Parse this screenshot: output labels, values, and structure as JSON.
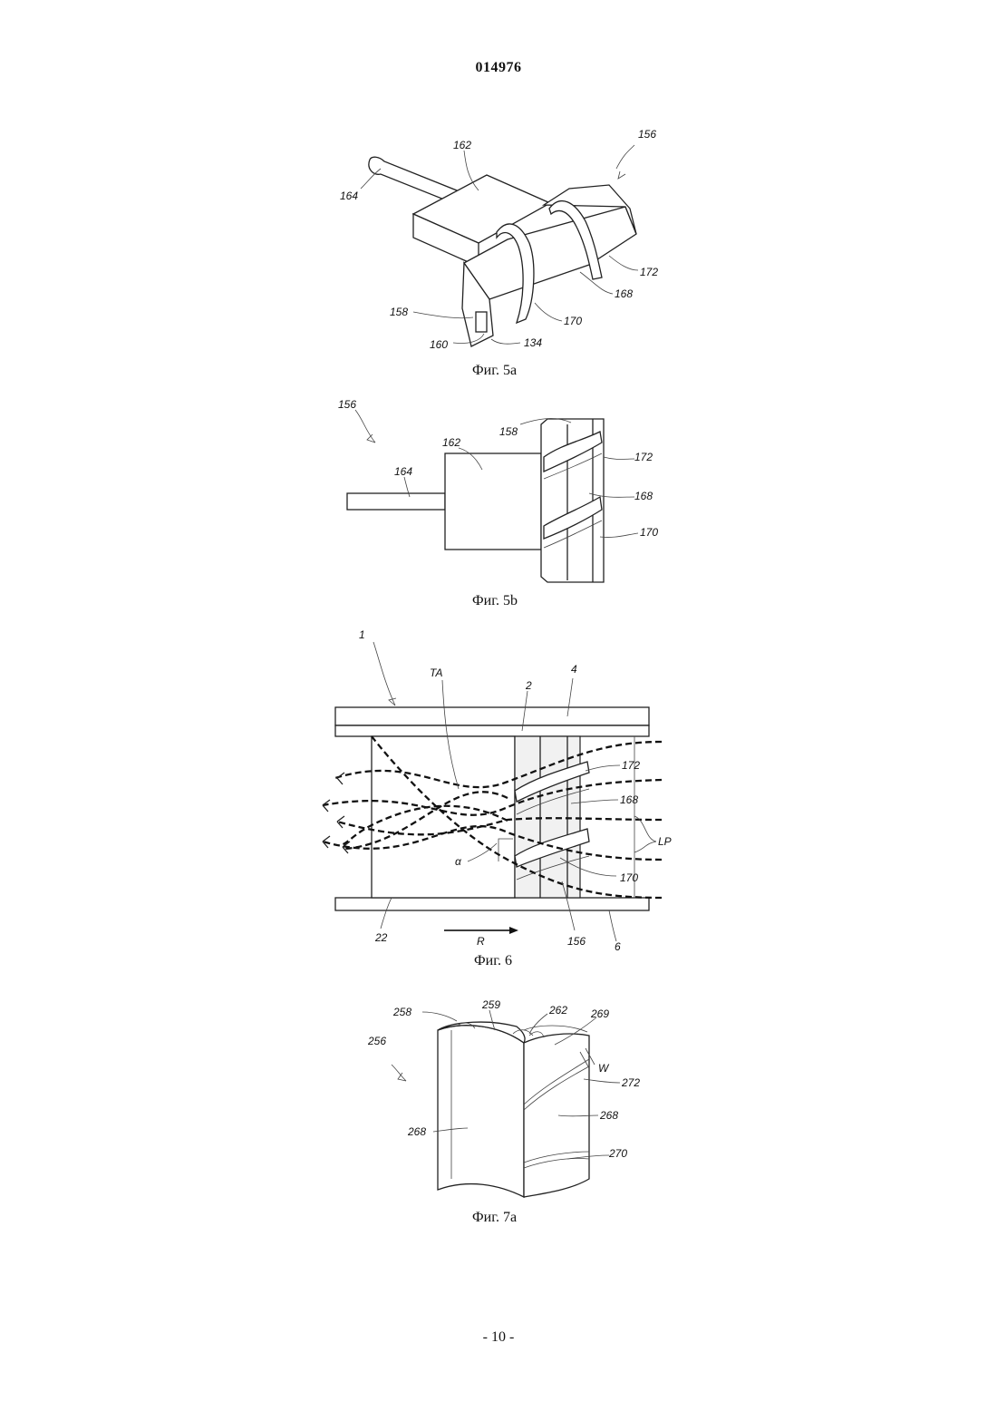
{
  "header": {
    "doc_number": "014976"
  },
  "footer": {
    "page_label": "- 10 -"
  },
  "fig5a": {
    "caption": "Фиг. 5a",
    "labels": {
      "l156": "156",
      "l162": "162",
      "l164": "164",
      "l172": "172",
      "l168": "168",
      "l158": "158",
      "l170": "170",
      "l160": "160",
      "l134": "134"
    }
  },
  "fig5b": {
    "caption": "Фиг. 5b",
    "labels": {
      "l156": "156",
      "l158": "158",
      "l162": "162",
      "l164": "164",
      "l172": "172",
      "l168": "168",
      "l170": "170"
    }
  },
  "fig6": {
    "caption": "Фиг. 6",
    "labels": {
      "l1": "1",
      "lTA": "TA",
      "l2": "2",
      "l4": "4",
      "l172": "172",
      "l168": "168",
      "lLP": "LP",
      "lalpha": "α",
      "l170": "170",
      "l22": "22",
      "lR": "R",
      "l156": "156",
      "l6": "6"
    }
  },
  "fig7a": {
    "caption": "Фиг. 7a",
    "labels": {
      "l258": "258",
      "l259": "259",
      "l262": "262",
      "l269": "269",
      "l256": "256",
      "lW": "W",
      "l272": "272",
      "l268a": "268",
      "l268b": "268",
      "l270": "270"
    }
  }
}
